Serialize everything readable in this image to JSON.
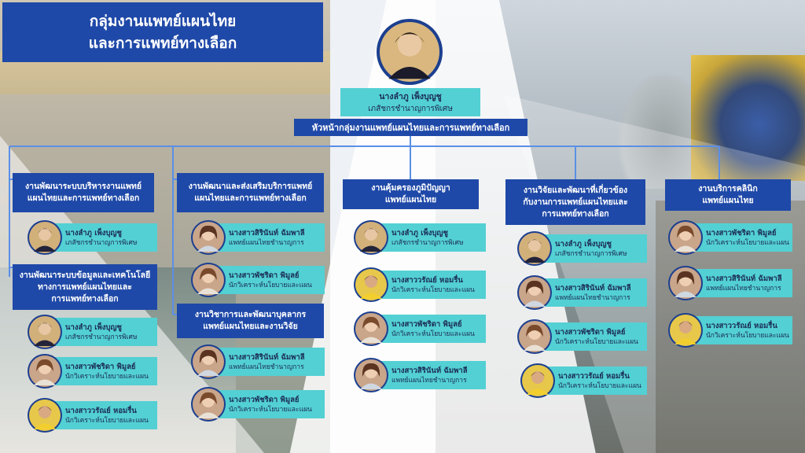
{
  "title": {
    "line1": "กลุ่มงานแพทย์แผนไทย",
    "line2": "และการแพทย์ทางเลือก"
  },
  "head": {
    "name": "นางลำภู เพ็งบุญชู",
    "position": "เภสัชกรชำนาญการพิเศษ",
    "role": "หัวหน้ากลุ่มงานแพทย์แผนไทยและการแพทย์ทางเลือก"
  },
  "colors": {
    "navy": "#1f49a8",
    "cyan": "#53d0d3"
  },
  "units": [
    {
      "lines": [
        "งานพัฒนาระบบบริหารงานแพทย์",
        "แผนไทยและการแพทย์ทางเลือก"
      ],
      "members": [
        {
          "name": "นางลำภู เพ็งบุญชู",
          "role": "เภสัชกรชำนาญการพิเศษ"
        }
      ]
    },
    {
      "lines": [
        "งานพัฒนาระบบข้อมูลและเทคโนโลยี",
        "ทางการแพทย์แผนไทยและ",
        "การแพทย์ทางเลือก"
      ],
      "members": [
        {
          "name": "นางลำภู เพ็งบุญชู",
          "role": "เภสัชกรชำนาญการพิเศษ"
        },
        {
          "name": "นางสาวพัชริดา พิมูลย์",
          "role": "นักวิเคราะห์นโยบายและแผน"
        },
        {
          "name": "นางสาววรัณย์ หอมรื่น",
          "role": "นักวิเคราะห์นโยบายและแผน"
        }
      ]
    },
    {
      "lines": [
        "งานพัฒนาและส่งเสริมบริการแพทย์",
        "แผนไทยและการแพทย์ทางเลือก"
      ],
      "members": [
        {
          "name": "นางสาวสิรินันท์ ฉัมพาลี",
          "role": "แพทย์แผนไทยชำนาญการ"
        },
        {
          "name": "นางสาวพัชริดา พิมูลย์",
          "role": "นักวิเคราะห์นโยบายและแผน"
        }
      ]
    },
    {
      "lines": [
        "งานวิชาการและพัฒนาบุคลากร",
        "แพทย์แผนไทยและงานวิจัย"
      ],
      "members": [
        {
          "name": "นางสาวสิรินันท์ ฉัมพาลี",
          "role": "แพทย์แผนไทยชำนาญการ"
        },
        {
          "name": "นางสาวพัชริดา พิมูลย์",
          "role": "นักวิเคราะห์นโยบายและแผน"
        }
      ]
    },
    {
      "lines": [
        "งานคุ้มครองภูมิปัญญา",
        "แพทย์แผนไทย"
      ],
      "members": [
        {
          "name": "นางลำภู เพ็งบุญชู",
          "role": "เภสัชกรชำนาญการพิเศษ"
        },
        {
          "name": "นางสาววรัณย์ หอมรื่น",
          "role": "นักวิเคราะห์นโยบายและแผน"
        },
        {
          "name": "นางสาวพัชริดา พิมูลย์",
          "role": "นักวิเคราะห์นโยบายและแผน"
        },
        {
          "name": "นางสาวสิรินันท์ ฉัมพาลี",
          "role": "แพทย์แผนไทยชำนาญการ"
        }
      ]
    },
    {
      "lines": [
        "งานวิจัยและพัฒนาที่เกี่ยวข้อง",
        "กับงานการแพทย์แผนไทยและ",
        "การแพทย์ทางเลือก"
      ],
      "members": [
        {
          "name": "นางลำภู เพ็งบุญชู",
          "role": "เภสัชกรชำนาญการพิเศษ"
        },
        {
          "name": "นางสาวสิรินันท์ ฉัมพาลี",
          "role": "แพทย์แผนไทยชำนาญการ"
        },
        {
          "name": "นางสาวพัชริดา พิมูลย์",
          "role": "นักวิเคราะห์นโยบายและแผน"
        },
        {
          "name": "นางสาววรัณย์ หอมรื่น",
          "role": "นักวิเคราะห์นโยบายและแผน"
        }
      ]
    },
    {
      "lines": [
        "งานบริการคลินิก",
        "แพทย์แผนไทย"
      ],
      "members": [
        {
          "name": "นางสาวพัชริดา พิมูลย์",
          "role": "นักวิเคราะห์นโยบายและแผน"
        },
        {
          "name": "นางสาวสิรินันท์ ฉัมพาลี",
          "role": "แพทย์แผนไทยชำนาญการ"
        },
        {
          "name": "นางสาววรัณย์ หอมรื่น",
          "role": "นักวิเคราะห์นโยบายและแผน"
        }
      ]
    }
  ]
}
